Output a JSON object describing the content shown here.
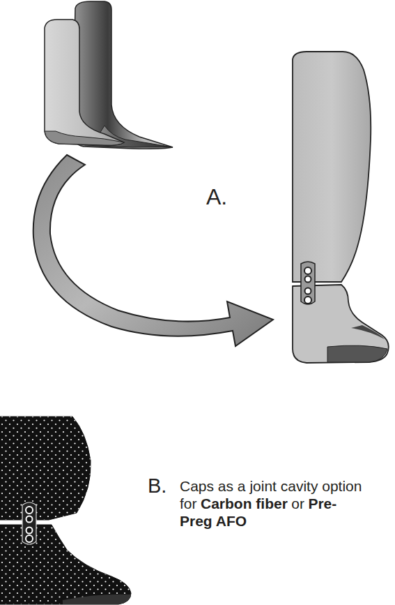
{
  "diagram": {
    "labels": [
      "A.",
      "B.",
      "Caps as a joint cavity option for",
      "Carbon fiber",
      "or",
      "Pre-Preg AFO"
    ]
  }
}
